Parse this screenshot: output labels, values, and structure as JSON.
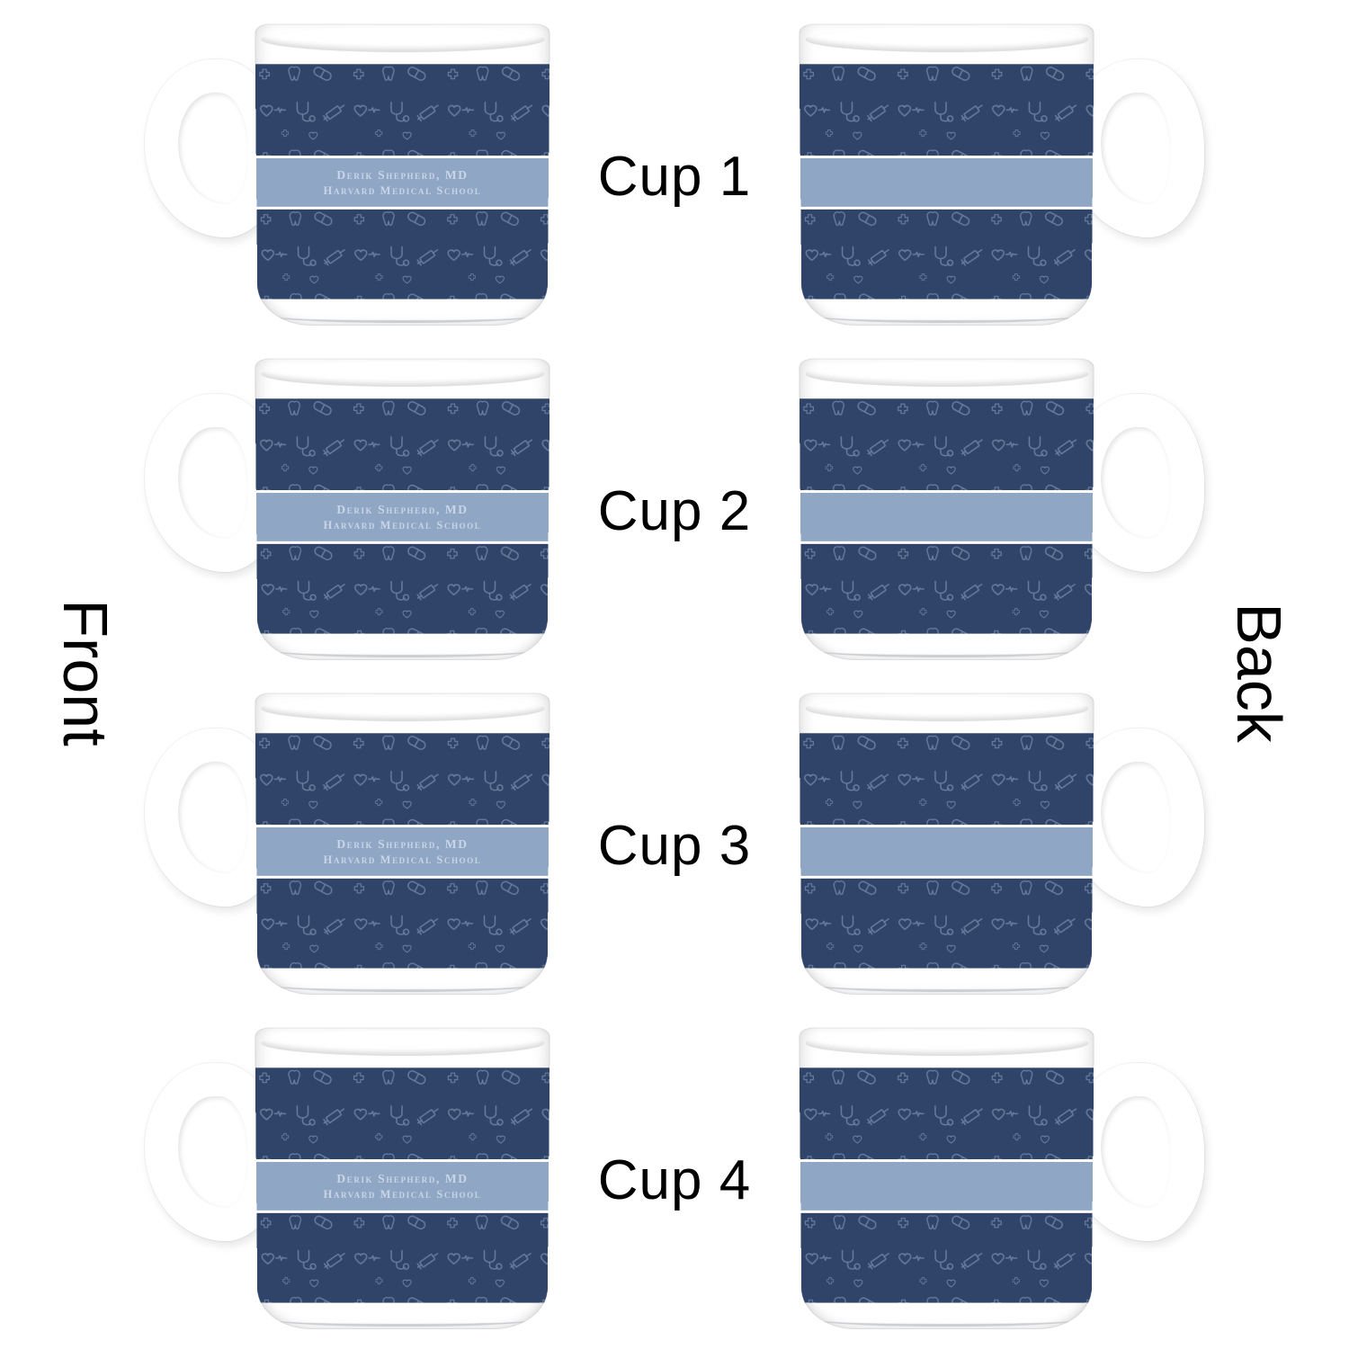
{
  "page": {
    "background": "#ffffff"
  },
  "side_labels": {
    "front": "Front",
    "back": "Back"
  },
  "cups": [
    {
      "label": "Cup 1"
    },
    {
      "label": "Cup 2"
    },
    {
      "label": "Cup 3"
    },
    {
      "label": "Cup 4"
    }
  ],
  "cup_print": {
    "line1": "Derik Shepherd, MD",
    "line2": "Harvard Medical School",
    "colors": {
      "navy": "#2f4468",
      "stripe": "#8fa6c5",
      "icon": "#8ba0c0",
      "text": "#c9d6e7",
      "ceramic": "#ffffff"
    }
  }
}
